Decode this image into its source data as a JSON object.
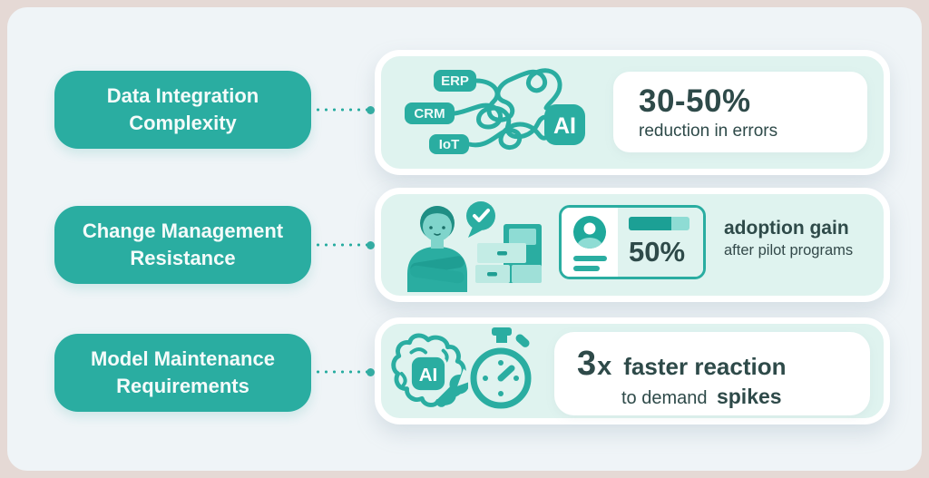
{
  "palette": {
    "teal": "#2aada1",
    "teal_dark": "#1f8e84",
    "teal_fill": "#1ca095",
    "teal_light": "#8edcd4",
    "mint": "#dff3ef",
    "panel_bg": "#eff4f7",
    "frame_border": "#e5d9d5",
    "text_dark": "#2e4a49",
    "white": "#ffffff"
  },
  "rows": [
    {
      "id": "data-integration",
      "pill": {
        "line1": "Data Integration",
        "line2": "Complexity"
      },
      "illustration": {
        "tags": [
          "ERP",
          "CRM",
          "IoT"
        ],
        "ai_badge": "AI"
      },
      "stat": {
        "value": "30-50%",
        "caption": "reduction in errors"
      }
    },
    {
      "id": "change-management",
      "pill": {
        "line1": "Change Management",
        "line2": "Resistance"
      },
      "id_card": {
        "percent": "50%",
        "progress_fill_pct": 70
      },
      "stat": {
        "title": "adoption gain",
        "caption": "after pilot programs"
      }
    },
    {
      "id": "model-maintenance",
      "pill": {
        "line1": "Model Maintenance",
        "line2": "Requirements"
      },
      "illustration": {
        "ai_chip": "AI"
      },
      "stat": {
        "multiplier": "3",
        "multiplier_suffix": "x",
        "line1": "faster reaction",
        "line2_regular": "to demand",
        "line2_bold": "spikes"
      }
    }
  ]
}
